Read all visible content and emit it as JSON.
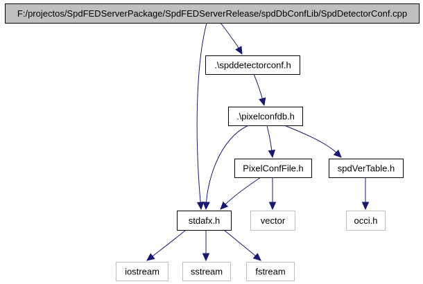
{
  "diagram": {
    "nodes": [
      {
        "id": "root",
        "label": "F:/projectos/SpdFEDServerPackage/SpdFEDServerRelease/spdDbConfLib/SpdDetectorConf.cpp",
        "kind": "root"
      },
      {
        "id": "spddetectorconf",
        "label": ".\\spddetectorconf.h",
        "kind": "header"
      },
      {
        "id": "pixelconfdb",
        "label": ".\\pixelconfdb.h",
        "kind": "header"
      },
      {
        "id": "pixelconffile",
        "label": "PixelConfFile.h",
        "kind": "header"
      },
      {
        "id": "spdvertable",
        "label": "spdVerTable.h",
        "kind": "header"
      },
      {
        "id": "stdafx",
        "label": "stdafx.h",
        "kind": "header"
      },
      {
        "id": "vector",
        "label": "vector",
        "kind": "external"
      },
      {
        "id": "occi",
        "label": "occi.h",
        "kind": "external"
      },
      {
        "id": "iostream",
        "label": "iostream",
        "kind": "external"
      },
      {
        "id": "sstream",
        "label": "sstream",
        "kind": "external"
      },
      {
        "id": "fstream",
        "label": "fstream",
        "kind": "external"
      }
    ],
    "edges": [
      {
        "from": "root",
        "to": "spddetectorconf"
      },
      {
        "from": "root",
        "to": "stdafx"
      },
      {
        "from": "spddetectorconf",
        "to": "pixelconfdb"
      },
      {
        "from": "pixelconfdb",
        "to": "pixelconffile"
      },
      {
        "from": "pixelconfdb",
        "to": "spdvertable"
      },
      {
        "from": "pixelconfdb",
        "to": "stdafx"
      },
      {
        "from": "pixelconffile",
        "to": "stdafx"
      },
      {
        "from": "pixelconffile",
        "to": "vector"
      },
      {
        "from": "spdvertable",
        "to": "occi"
      },
      {
        "from": "stdafx",
        "to": "iostream"
      },
      {
        "from": "stdafx",
        "to": "sstream"
      },
      {
        "from": "stdafx",
        "to": "fstream"
      }
    ],
    "colors": {
      "edge": "#191970",
      "root_fill": "#bfbfbf",
      "node_border": "#000000",
      "external_border": "#bfbfbf"
    }
  }
}
